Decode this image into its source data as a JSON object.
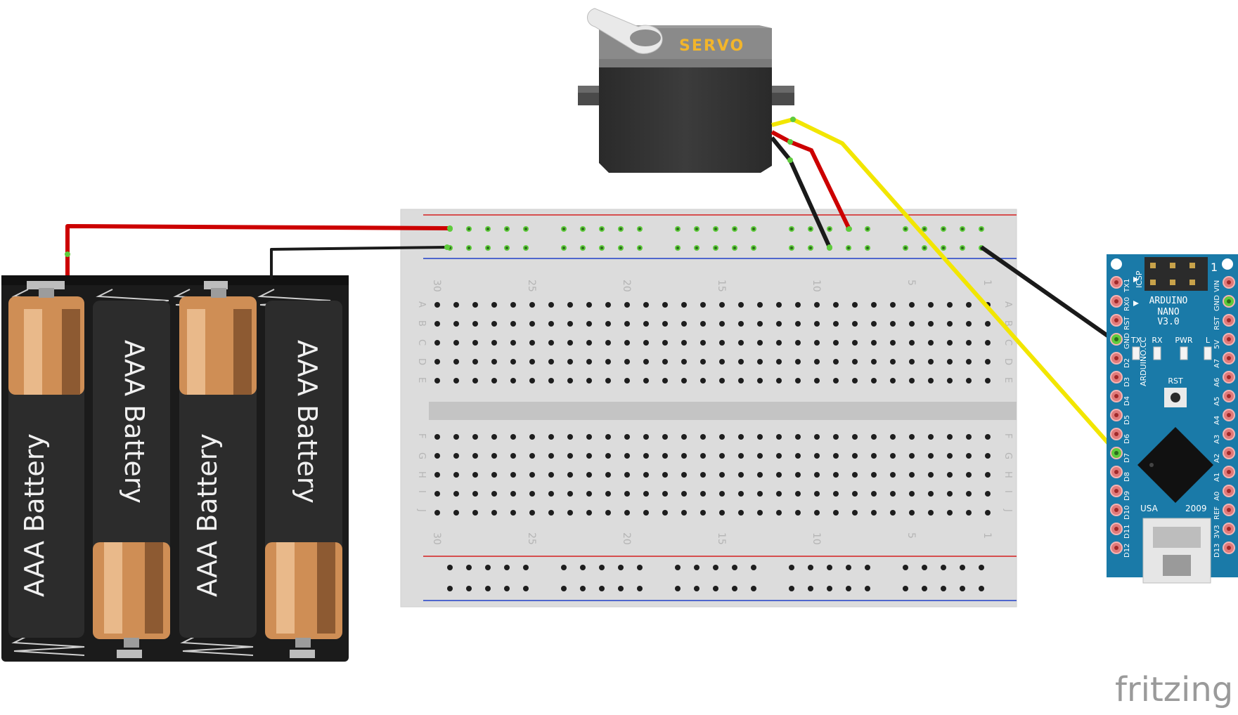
{
  "battery_pack": {
    "cells": [
      {
        "label": "AAA Battery"
      },
      {
        "label": "AAA Battery"
      },
      {
        "label": "AAA Battery"
      },
      {
        "label": "AAA Battery"
      }
    ]
  },
  "servo": {
    "label": "SERVO"
  },
  "breadboard": {
    "column_numbers": [
      "30",
      "25",
      "20",
      "15",
      "10",
      "5",
      "1"
    ],
    "rows_top": [
      "A",
      "B",
      "C",
      "D",
      "E"
    ],
    "rows_bottom": [
      "F",
      "G",
      "H",
      "I",
      "J"
    ]
  },
  "arduino": {
    "board_name": "ARDUINO",
    "model": "NANO",
    "version": "V3.0",
    "brand": "ARDUINO.CC",
    "icsp": "ICSP",
    "icsp_pin1": "1",
    "country": "USA",
    "year": "2009",
    "rst_label": "RST",
    "leds": [
      "TX",
      "RX",
      "PWR",
      "L"
    ],
    "left_pins": [
      "TX1",
      "RX0",
      "RST",
      "GND",
      "D2",
      "D3",
      "D4",
      "D5",
      "D6",
      "D7",
      "D8",
      "D9",
      "D10",
      "D11",
      "D12"
    ],
    "right_pins": [
      "VIN",
      "GND",
      "RST",
      "5V",
      "A7",
      "A6",
      "A5",
      "A4",
      "A3",
      "A2",
      "A1",
      "A0",
      "REF",
      "3V3",
      "D13"
    ]
  },
  "watermark": "fritzing",
  "colors": {
    "wire_power": "#cc0000",
    "wire_ground": "#1a1a1a",
    "wire_signal": "#f2e600",
    "rail_red": "#d42020",
    "rail_blue": "#2040c8",
    "nano_blue": "#1a7aa8",
    "battery_copper": "#cf8e55"
  }
}
